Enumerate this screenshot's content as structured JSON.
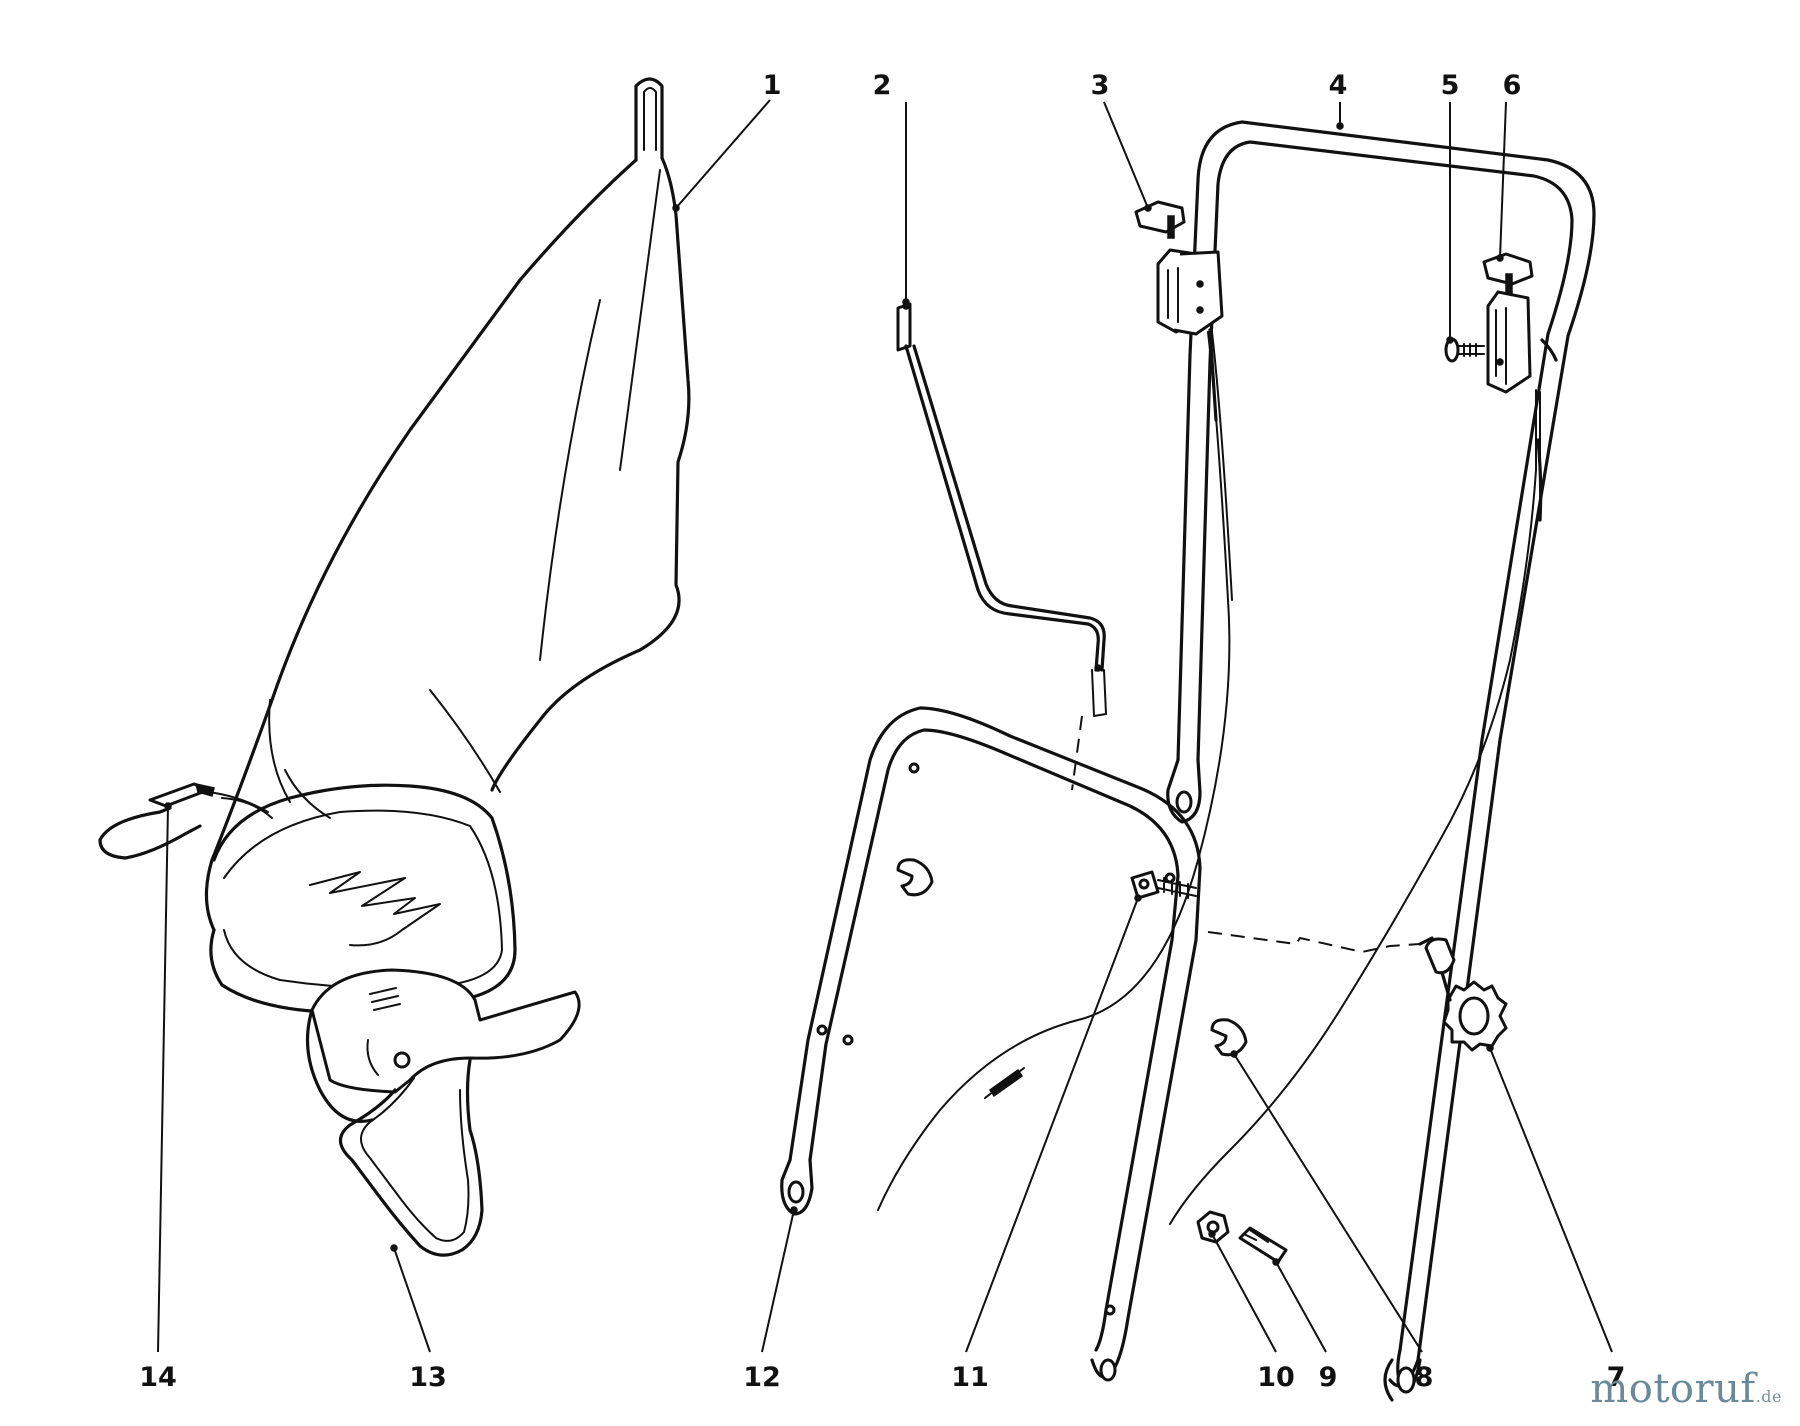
{
  "callouts": [
    {
      "id": "1",
      "text": "1"
    },
    {
      "id": "2",
      "text": "2"
    },
    {
      "id": "3",
      "text": "3"
    },
    {
      "id": "4",
      "text": "4"
    },
    {
      "id": "5",
      "text": "5"
    },
    {
      "id": "6",
      "text": "6"
    },
    {
      "id": "7",
      "text": "7"
    },
    {
      "id": "8",
      "text": "8"
    },
    {
      "id": "9",
      "text": "9"
    },
    {
      "id": "10",
      "text": "10"
    },
    {
      "id": "11",
      "text": "11"
    },
    {
      "id": "12",
      "text": "12"
    },
    {
      "id": "13",
      "text": "13"
    },
    {
      "id": "14",
      "text": "14"
    }
  ],
  "watermark": {
    "brand": "motoruf",
    "tld": ".de"
  }
}
